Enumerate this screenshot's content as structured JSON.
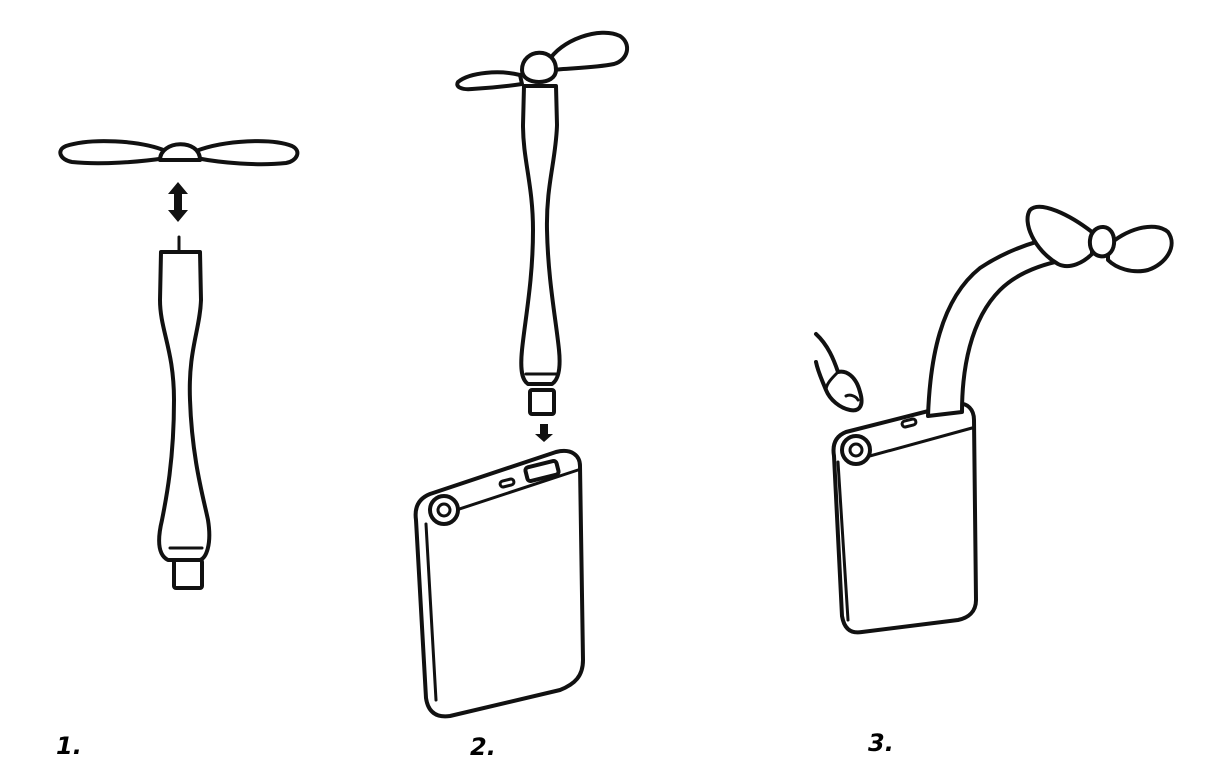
{
  "steps": [
    {
      "label": "1."
    },
    {
      "label": "2."
    },
    {
      "label": "3."
    }
  ],
  "colors": {
    "ink": "#111111",
    "background": "#ffffff"
  },
  "icons": [
    "fan-blade-icon",
    "usb-plug-icon",
    "power-bank-icon",
    "finger-icon",
    "arrow-icon"
  ]
}
